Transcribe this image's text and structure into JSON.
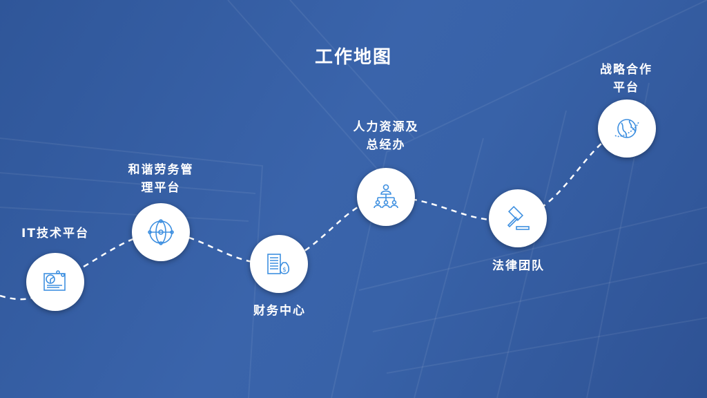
{
  "title": "工作地图",
  "colors": {
    "background": "#3a64ab",
    "icon": "#3d8fe0",
    "node": "#ffffff"
  },
  "nodes": [
    {
      "label_lines": [
        "IT技术平台"
      ],
      "icon": "report-chart-icon"
    },
    {
      "label_lines": [
        "和谐劳务管",
        "理平台"
      ],
      "icon": "network-globe-icon"
    },
    {
      "label_lines": [
        "财务中心"
      ],
      "icon": "building-money-icon"
    },
    {
      "label_lines": [
        "人力资源及",
        "总经办"
      ],
      "icon": "org-chart-icon"
    },
    {
      "label_lines": [
        "法律团队"
      ],
      "icon": "gavel-icon"
    },
    {
      "label_lines": [
        "战略合作",
        "平台"
      ],
      "icon": "globe-orbit-icon"
    }
  ]
}
